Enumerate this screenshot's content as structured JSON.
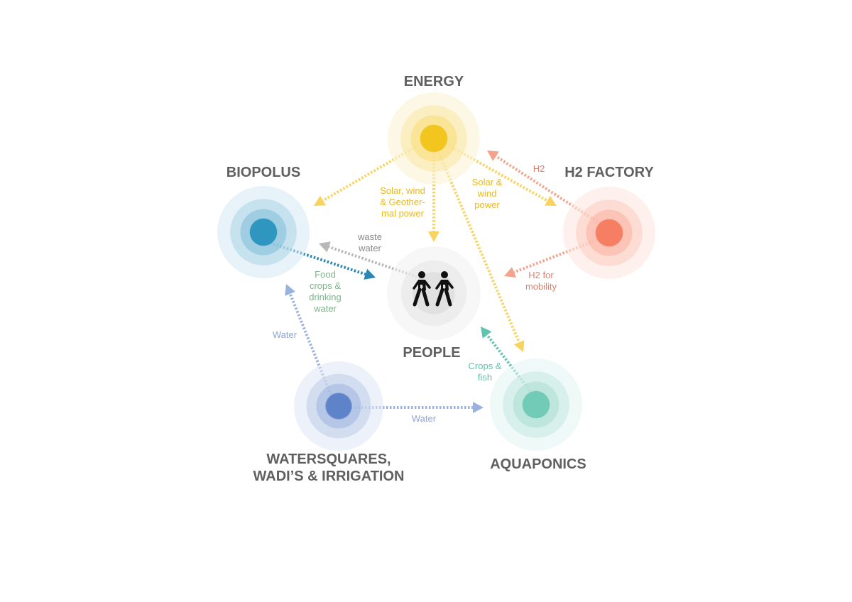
{
  "nodes": {
    "energy": {
      "title_lines": [
        "ENERGY"
      ],
      "color": "#f2c31a"
    },
    "biopolus": {
      "title_lines": [
        "BIOPOLUS"
      ],
      "color": "#2a93be"
    },
    "h2": {
      "title_lines": [
        "H2 FACTORY"
      ],
      "color": "#f57b5e"
    },
    "people": {
      "title_lines": [
        "PEOPLE"
      ],
      "color": "#a7a7a7"
    },
    "water": {
      "title_lines": [
        "WATERSQUARES,",
        "WADI’S & IRRIGATION"
      ],
      "color": "#5b7fc8"
    },
    "aquaponics": {
      "title_lines": [
        "AQUAPONICS"
      ],
      "color": "#6fcab4"
    }
  },
  "flows": {
    "energy_biopolus": {
      "label_lines": [],
      "color": "#f7d35f"
    },
    "energy_people": {
      "label_lines": [
        "Solar, wind",
        "& Geother-",
        "mal power"
      ],
      "color": "#f7d35f",
      "text_color": "#e8b81f"
    },
    "energy_h2": {
      "label_lines": [
        "Solar &",
        "wind",
        "power"
      ],
      "color": "#f7d35f",
      "text_color": "#e8b81f"
    },
    "energy_aquaponics": {
      "label_lines": [],
      "color": "#f7d35f"
    },
    "h2_energy": {
      "label_lines": [
        "H2"
      ],
      "color": "#f4a48c",
      "text_color": "#f07b62"
    },
    "h2_people": {
      "label_lines": [
        "H2 for",
        "mobility"
      ],
      "color": "#f4a48c",
      "text_color": "#f07b62"
    },
    "people_biopolus": {
      "label_lines": [
        "waste",
        "water"
      ],
      "color": "#b8b8b8",
      "text_color": "#8a8a8a"
    },
    "biopolus_people": {
      "label_lines": [
        "Food",
        "crops &",
        "drinking",
        "water"
      ],
      "color": "#2a86b4",
      "text_color": "#7fb28c"
    },
    "water_biopolus": {
      "label_lines": [
        "Water"
      ],
      "color": "#9bb2de",
      "text_color": "#8ea5d6"
    },
    "water_aquaponics": {
      "label_lines": [
        "Water"
      ],
      "color": "#9bb2de",
      "text_color": "#8ea5d6"
    },
    "aquaponics_people": {
      "label_lines": [
        "Crops &",
        "fish"
      ],
      "color": "#5fc3ad",
      "text_color": "#5fc3ad"
    }
  },
  "people_icon": "two-walking-people-icon"
}
